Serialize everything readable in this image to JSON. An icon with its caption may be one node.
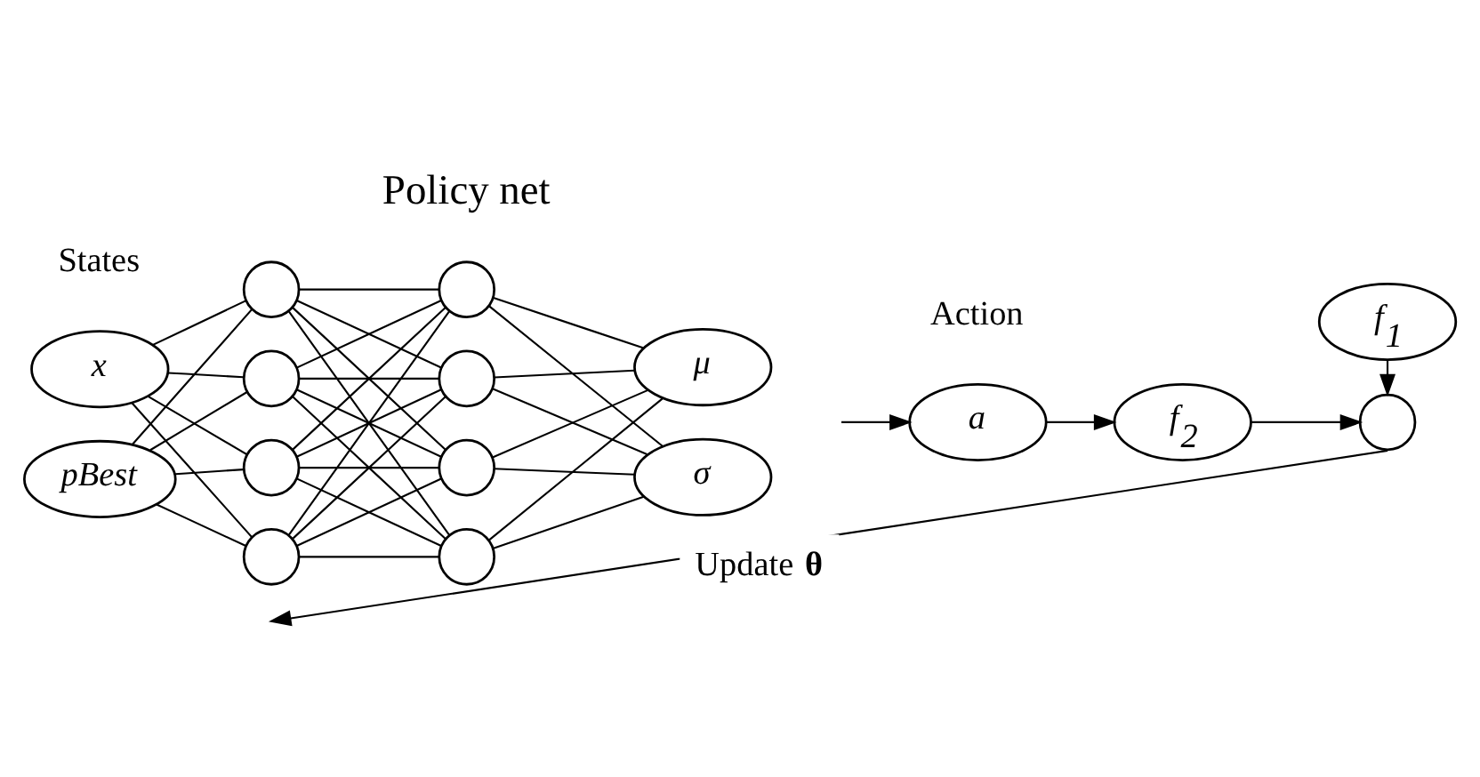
{
  "diagram": {
    "nodes": [
      {
        "text": [
          "x"
        ]
      },
      {
        "text": [
          "pBest"
        ]
      },
      {
        "text": [],
        "shape": "circle"
      },
      {
        "text": [],
        "shape": "circle"
      },
      {
        "text": [],
        "shape": "circle"
      },
      {
        "text": [],
        "shape": "circle"
      },
      {
        "text": [],
        "shape": "circle"
      },
      {
        "text": [],
        "shape": "circle"
      },
      {
        "text": [],
        "shape": "circle"
      },
      {
        "text": [],
        "shape": "circle"
      },
      {
        "text": [
          "μ"
        ]
      },
      {
        "text": [
          "σ"
        ]
      },
      {
        "text": [
          "a"
        ]
      },
      {
        "text": [
          "f$_{2}$"
        ]
      },
      {
        "text": [
          "f$_{1}$"
        ]
      },
      {
        "text": [],
        "shape": "circle"
      }
    ],
    "edges": [
      {
        "from": 0,
        "to": 2,
        "arrow": "none"
      },
      {
        "from": 0,
        "to": 3,
        "arrow": "none"
      },
      {
        "from": 0,
        "to": 4,
        "arrow": "none"
      },
      {
        "from": 0,
        "to": 5,
        "arrow": "none"
      },
      {
        "from": 1,
        "to": 2,
        "arrow": "none"
      },
      {
        "from": 1,
        "to": 3,
        "arrow": "none"
      },
      {
        "from": 1,
        "to": 4,
        "arrow": "none"
      },
      {
        "from": 1,
        "to": 5,
        "arrow": "none"
      },
      {
        "from": 2,
        "to": 6,
        "arrow": "none"
      },
      {
        "from": 2,
        "to": 7,
        "arrow": "none"
      },
      {
        "from": 2,
        "to": 8,
        "arrow": "none"
      },
      {
        "from": 2,
        "to": 9,
        "arrow": "none"
      },
      {
        "from": 3,
        "to": 6,
        "arrow": "none"
      },
      {
        "from": 3,
        "to": 7,
        "arrow": "none"
      },
      {
        "from": 3,
        "to": 8,
        "arrow": "none"
      },
      {
        "from": 3,
        "to": 9,
        "arrow": "none"
      },
      {
        "from": 4,
        "to": 6,
        "arrow": "none"
      },
      {
        "from": 4,
        "to": 7,
        "arrow": "none"
      },
      {
        "from": 4,
        "to": 8,
        "arrow": "none"
      },
      {
        "from": 4,
        "to": 9,
        "arrow": "none"
      },
      {
        "from": 5,
        "to": 6,
        "arrow": "none"
      },
      {
        "from": 5,
        "to": 7,
        "arrow": "none"
      },
      {
        "from": 5,
        "to": 8,
        "arrow": "none"
      },
      {
        "from": 5,
        "to": 9,
        "arrow": "none"
      },
      {
        "from": 6,
        "to": 10,
        "arrow": "none"
      },
      {
        "from": 6,
        "to": 11,
        "arrow": "none"
      },
      {
        "from": 7,
        "to": 10,
        "arrow": "none"
      },
      {
        "from": 7,
        "to": 11,
        "arrow": "none"
      },
      {
        "from": 8,
        "to": 10,
        "arrow": "none"
      },
      {
        "from": 8,
        "to": 11,
        "arrow": "none"
      },
      {
        "from": 9,
        "to": 10,
        "arrow": "none"
      },
      {
        "from": 9,
        "to": 11,
        "arrow": "none"
      },
      {
        "from": null,
        "to": 12,
        "arrow": "to"
      },
      {
        "from": 12,
        "to": 13,
        "arrow": "to"
      },
      {
        "from": 13,
        "to": 15,
        "arrow": "to"
      },
      {
        "from": 14,
        "to": 15,
        "arrow": "to"
      },
      {
        "from": 15,
        "to": null,
        "arrow": "to",
        "label": "Update **θ**"
      }
    ],
    "labels": [
      "Policy net",
      "States",
      "Action"
    ]
  }
}
